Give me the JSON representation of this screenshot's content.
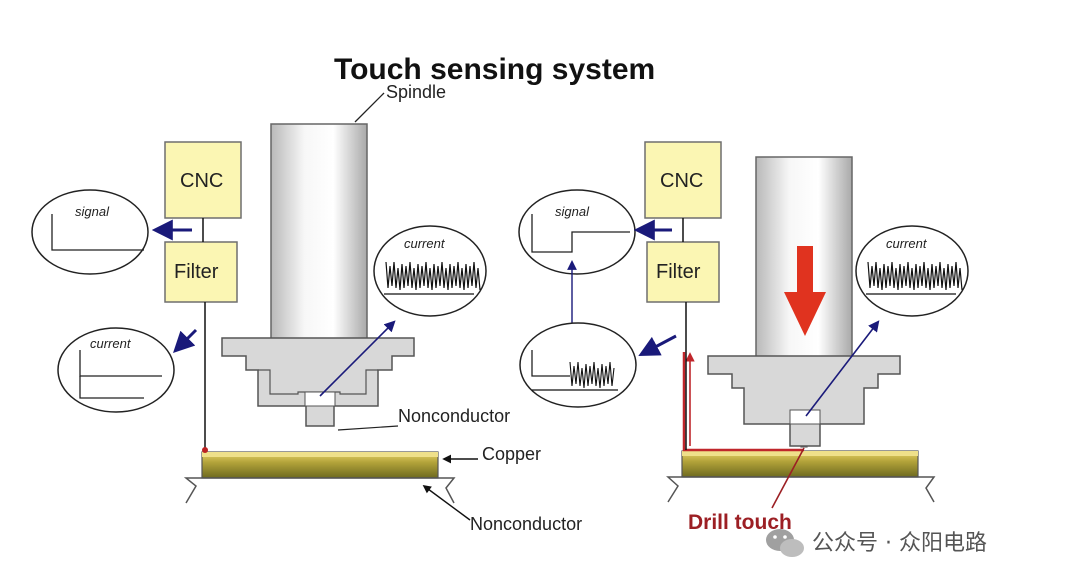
{
  "title": "Touch sensing system",
  "labels": {
    "spindle": "Spindle",
    "nonconductor_top": "Nonconductor",
    "copper": "Copper",
    "nonconductor_bottom": "Nonconductor",
    "drill_touch": "Drill touch"
  },
  "left_diagram": {
    "cnc": "CNC",
    "filter": "Filter",
    "signal_bubble": "signal",
    "current_bubble_spindle": "current",
    "current_bubble_wire": "current"
  },
  "right_diagram": {
    "cnc": "CNC",
    "filter": "Filter",
    "signal_bubble": "signal",
    "current_bubble_spindle": "current"
  },
  "watermark": {
    "text": "公众号 · 众阳电路"
  },
  "colors": {
    "box_fill": "#fbf6b3",
    "box_stroke": "#6f6f6f",
    "copper": "#d6b23a",
    "pcb_base": "#7a7324",
    "red_arrow": "#e0331f",
    "drill_touch_text": "#9c1f24",
    "blue_arrow": "#1a1a7a"
  }
}
